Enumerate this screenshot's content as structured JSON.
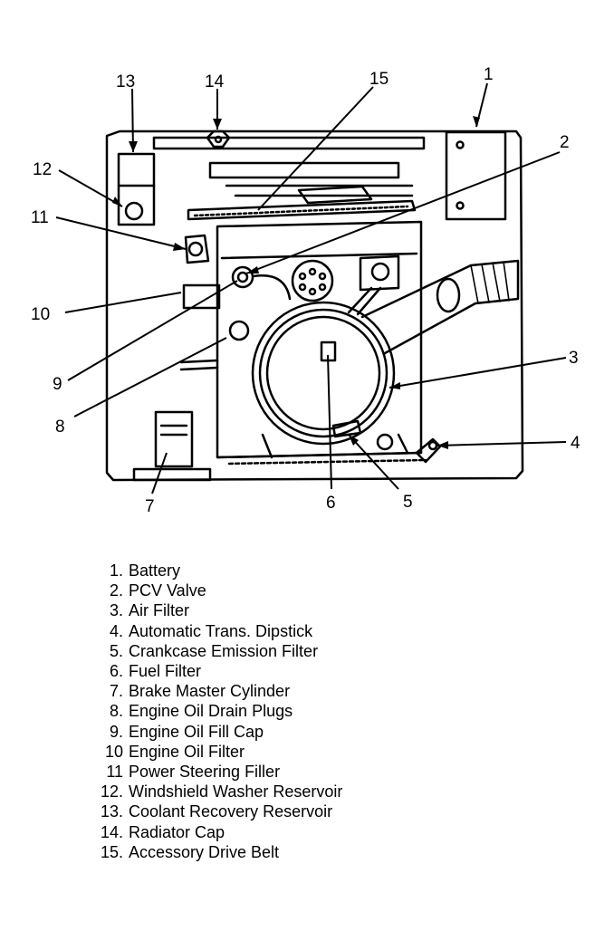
{
  "callouts": {
    "c1": "1",
    "c2": "2",
    "c3": "3",
    "c4": "4",
    "c5": "5",
    "c6": "6",
    "c7": "7",
    "c8": "8",
    "c9": "9",
    "c10": "10",
    "c11": "11",
    "c12": "12",
    "c13": "13",
    "c14": "14",
    "c15": "15"
  },
  "legend": [
    {
      "num": "1.",
      "label": "Battery"
    },
    {
      "num": "2.",
      "label": "PCV Valve"
    },
    {
      "num": "3.",
      "label": "Air Filter"
    },
    {
      "num": "4.",
      "label": "Automatic Trans. Dipstick"
    },
    {
      "num": "5.",
      "label": "Crankcase Emission Filter"
    },
    {
      "num": "6.",
      "label": "Fuel Filter"
    },
    {
      "num": "7.",
      "label": "Brake Master Cylinder"
    },
    {
      "num": "8.",
      "label": "Engine Oil Drain Plugs"
    },
    {
      "num": "9.",
      "label": "Engine Oil Fill Cap"
    },
    {
      "num": "10",
      "label": "Engine Oil Filter"
    },
    {
      "num": "11",
      "label": "Power Steering Filler"
    },
    {
      "num": "12.",
      "label": "Windshield Washer Reservoir"
    },
    {
      "num": "13.",
      "label": "Coolant Recovery Reservoir"
    },
    {
      "num": "14.",
      "label": "Radiator Cap"
    },
    {
      "num": "15.",
      "label": "Accessory Drive Belt"
    }
  ]
}
